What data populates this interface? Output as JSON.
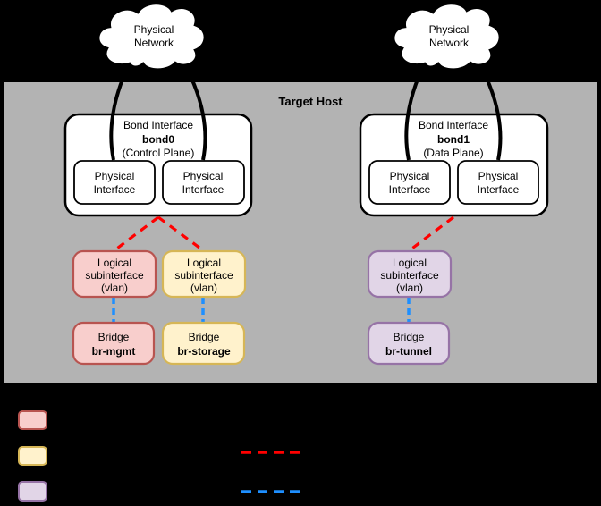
{
  "colors": {
    "background": "#000000",
    "host_fill": "#b3b3b3",
    "node_fill": "#ffffff",
    "node_stroke": "#000000",
    "mgmt_fill": "#f8cecc",
    "mgmt_stroke": "#b85450",
    "storage_fill": "#fff2cc",
    "storage_stroke": "#d6b656",
    "tunnel_fill": "#e1d5e7",
    "tunnel_stroke": "#9673a6",
    "bond_vlan_link": "#ff0000",
    "vlan_bridge_link": "#1e8fff"
  },
  "clouds": {
    "left": {
      "line1": "Physical",
      "line2": "Network"
    },
    "right": {
      "line1": "Physical",
      "line2": "Network"
    }
  },
  "host": {
    "title": "Target Host"
  },
  "bonds": {
    "bond0": {
      "title": "Bond Interface",
      "name": "bond0",
      "plane": "(Control Plane)",
      "nics": [
        {
          "line1": "Physical",
          "line2": "Interface"
        },
        {
          "line1": "Physical",
          "line2": "Interface"
        }
      ]
    },
    "bond1": {
      "title": "Bond Interface",
      "name": "bond1",
      "plane": "(Data Plane)",
      "nics": [
        {
          "line1": "Physical",
          "line2": "Interface"
        },
        {
          "line1": "Physical",
          "line2": "Interface"
        }
      ]
    }
  },
  "subinterfaces": [
    {
      "line1": "Logical",
      "line2": "subinterface",
      "line3": "(vlan)"
    },
    {
      "line1": "Logical",
      "line2": "subinterface",
      "line3": "(vlan)"
    },
    {
      "line1": "Logical",
      "line2": "subinterface",
      "line3": "(vlan)"
    }
  ],
  "bridges": [
    {
      "label": "Bridge",
      "name": "br-mgmt"
    },
    {
      "label": "Bridge",
      "name": "br-storage"
    },
    {
      "label": "Bridge",
      "name": "br-tunnel"
    }
  ]
}
